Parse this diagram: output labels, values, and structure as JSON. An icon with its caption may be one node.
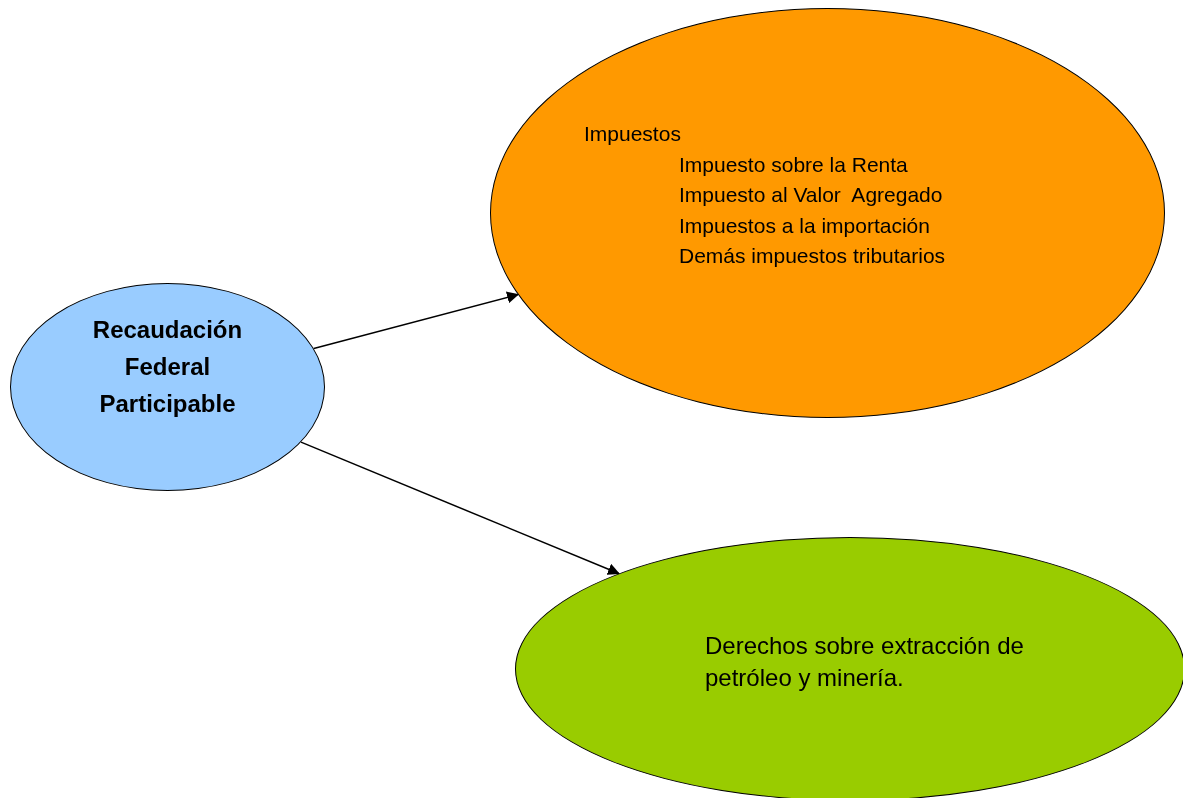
{
  "diagram": {
    "nodes": [
      {
        "text": [
          "Recaudación Federal Participable"
        ]
      },
      {
        "text": [
          "Impuestos",
          "Impuesto sobre la Renta",
          "Impuesto al Valor  Agregado",
          "Impuestos a la importación",
          "Demás impuestos tributarios"
        ]
      },
      {
        "text": [
          "Derechos sobre extracción de petróleo y minería."
        ]
      }
    ],
    "edges": [
      {
        "from": 0,
        "to": 1,
        "arrow": "to"
      },
      {
        "from": 0,
        "to": 2,
        "arrow": "to"
      }
    ]
  }
}
